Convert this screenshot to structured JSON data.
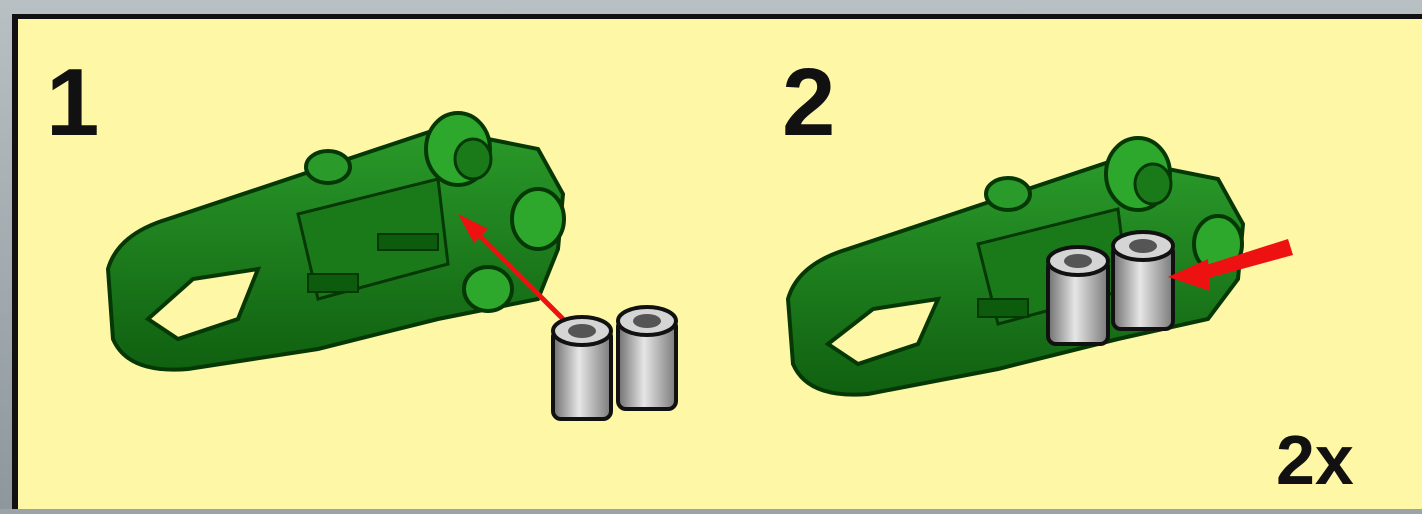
{
  "steps": [
    {
      "number": "1"
    },
    {
      "number": "2"
    }
  ],
  "quantity": "2x",
  "colors": {
    "background": "#fef7a5",
    "part_green": "#1f8a1f",
    "part_dark_green": "#0b4d0b",
    "bushing_grey": "#b8b8b8",
    "arrow_red": "#ee1111"
  }
}
